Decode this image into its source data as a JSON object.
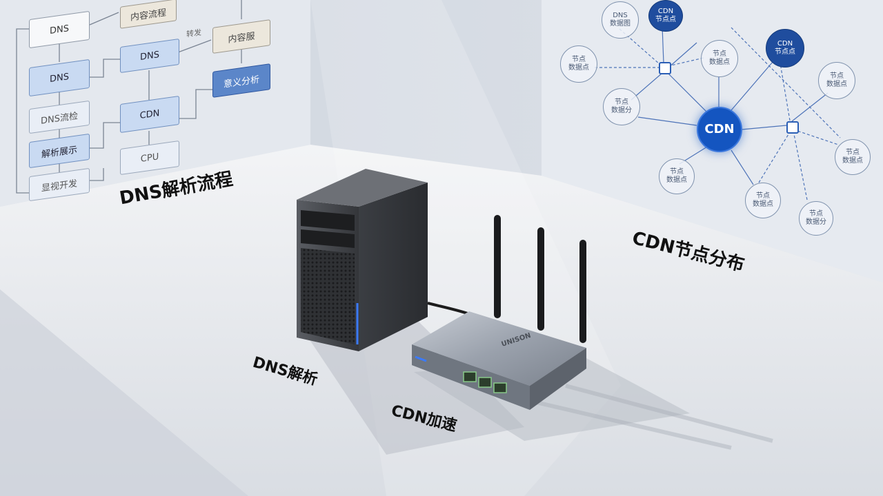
{
  "labels": {
    "dns_flow": "DNS解析流程",
    "cdn_nodes": "CDN节点分布",
    "dns_device": "DNS解析",
    "cdn_device": "CDN加速"
  },
  "flowchart": {
    "col1": [
      "DNS",
      "DNS",
      "DNS流检",
      "解析展示",
      "显视开发"
    ],
    "col2": [
      "DNS",
      "CDN",
      "CPU"
    ],
    "col3": [
      "内容流程",
      "内容服",
      "意义分析"
    ],
    "edge_label": "转发"
  },
  "cdn_map": {
    "center": "CDN",
    "dark_nodes": [
      [
        "CDN",
        "节点点"
      ],
      [
        "CDN",
        "节点点"
      ]
    ],
    "light_nodes": [
      [
        "DNS",
        "数据图"
      ],
      [
        "节点",
        "数据点"
      ],
      [
        "节点",
        "数据点"
      ],
      [
        "节点",
        "数据点"
      ],
      [
        "节点",
        "数据分"
      ],
      [
        "节点",
        "数据点"
      ],
      [
        "节点",
        "数据点"
      ],
      [
        "节点",
        "数据点"
      ],
      [
        "节点",
        "数据分"
      ]
    ]
  },
  "router_brand": "UNISON",
  "colors": {
    "accent": "#1455c0",
    "wall": "#dfe3ea",
    "floor": "#eeeff1"
  }
}
